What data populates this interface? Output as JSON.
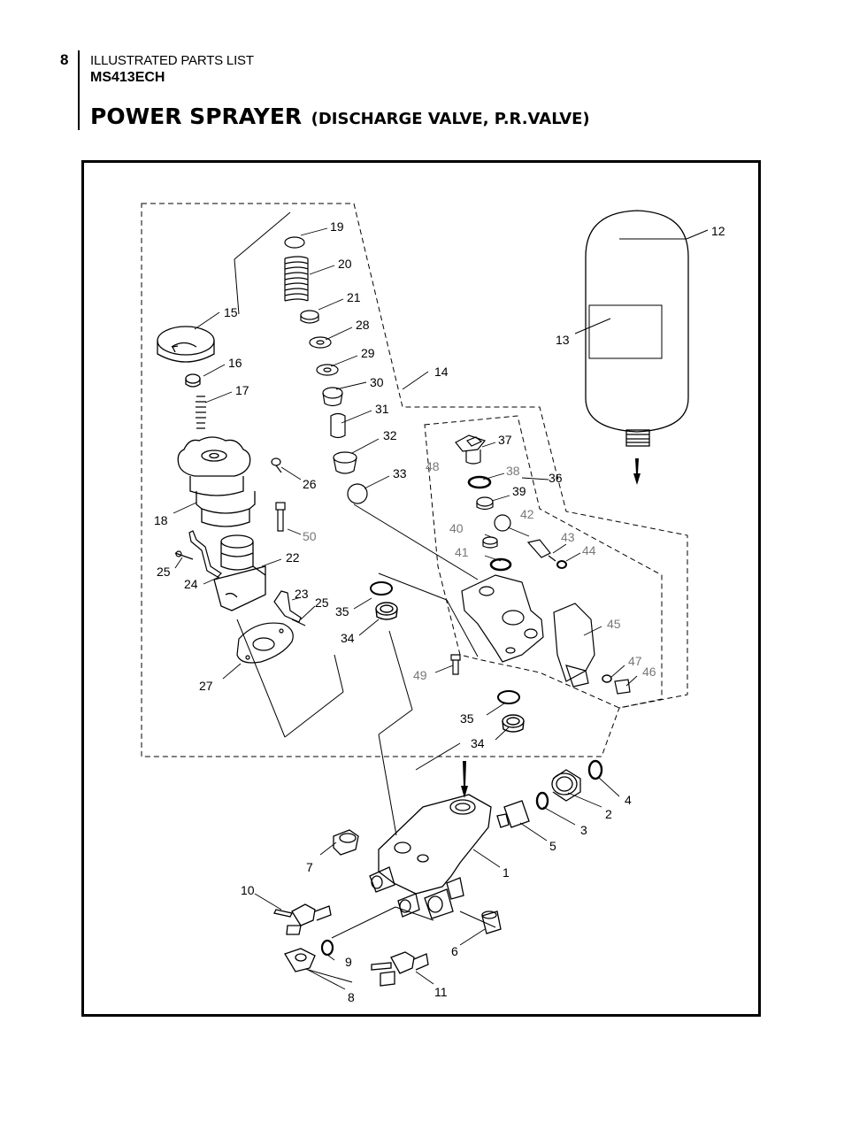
{
  "header": {
    "page_number": "8",
    "document_type": "ILLUSTRATED PARTS LIST",
    "model": "MS413ECH",
    "title": "POWER SPRAYER",
    "subtitle": "(DISCHARGE VALVE, P.R.VALVE)"
  },
  "callouts": {
    "c1": "1",
    "c2": "2",
    "c3": "3",
    "c4": "4",
    "c5": "5",
    "c6": "6",
    "c7": "7",
    "c8": "8",
    "c9": "9",
    "c10": "10",
    "c11": "11",
    "c12": "12",
    "c13": "13",
    "c14": "14",
    "c15": "15",
    "c16": "16",
    "c17": "17",
    "c18": "18",
    "c19": "19",
    "c20": "20",
    "c21": "21",
    "c22": "22",
    "c23": "23",
    "c24": "24",
    "c25a": "25",
    "c25b": "25",
    "c26": "26",
    "c27": "27",
    "c28": "28",
    "c29": "29",
    "c30": "30",
    "c31": "31",
    "c32": "32",
    "c33": "33",
    "c34a": "34",
    "c34b": "34",
    "c35a": "35",
    "c35b": "35",
    "c36": "36",
    "c37": "37",
    "c38": "38",
    "c39": "39",
    "c40": "40",
    "c41": "41",
    "c42": "42",
    "c43": "43",
    "c44": "44",
    "c45": "45",
    "c46": "46",
    "c47": "47",
    "c48": "48",
    "c49": "49",
    "c50": "50"
  },
  "colors": {
    "ink": "#000000",
    "grey_callout": "#777777"
  }
}
